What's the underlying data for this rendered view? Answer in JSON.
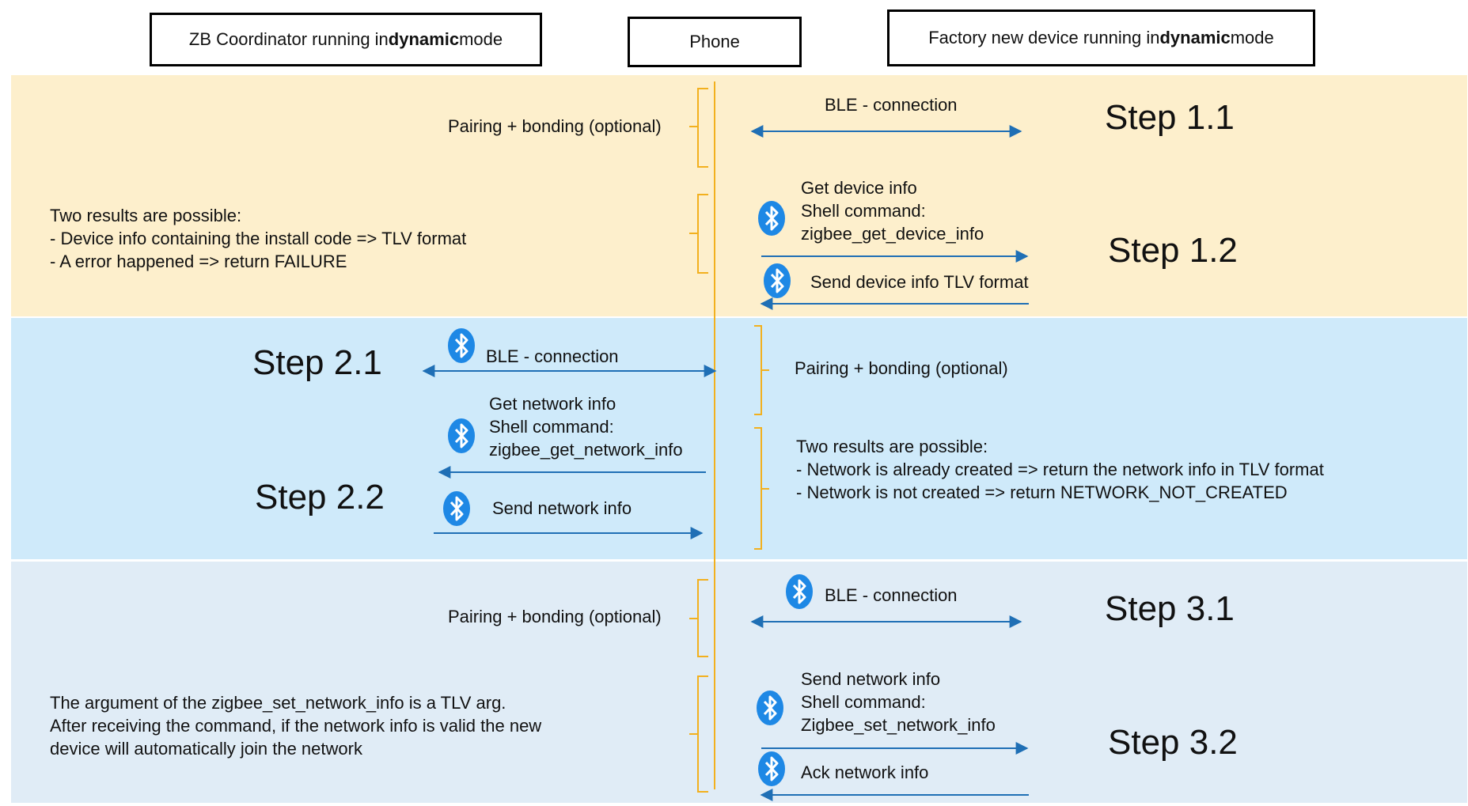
{
  "headers": {
    "coordinator_prefix": "ZB Coordinator running in ",
    "coordinator_bold": "dynamic",
    "coordinator_suffix": " mode",
    "phone": "Phone",
    "device_prefix": "Factory new device running in ",
    "device_bold": "dynamic",
    "device_suffix": " mode"
  },
  "colors": {
    "band_1": "#fdefcc",
    "band_2": "#cfeafa",
    "band_3": "#e0ecf6",
    "lifeline": "#f2b01e",
    "bracket": "#f2b01e",
    "arrow": "#1f6fb5",
    "bluetooth": "#1e88e5"
  },
  "steps": {
    "s1_1": "Step 1.1",
    "s1_2": "Step 1.2",
    "s2_1": "Step 2.1",
    "s2_2": "Step 2.2",
    "s3_1": "Step 3.1",
    "s3_2": "Step 3.2"
  },
  "section1": {
    "pairing": "Pairing + bonding (optional)",
    "ble_connection": "BLE - connection",
    "get_device_info": "Get device info",
    "shell_command": "Shell command:",
    "command": "zigbee_get_device_info",
    "send_device_info": "Send device info TLV format",
    "results_title": "Two results are possible:",
    "result_1": "- Device info containing the install code => TLV format",
    "result_2": "-   A error happened => return FAILURE"
  },
  "section2": {
    "ble_connection": "BLE - connection",
    "pairing": "Pairing + bonding (optional)",
    "get_network_info": "Get network info",
    "shell_command": "Shell command:",
    "command": "zigbee_get_network_info",
    "send_network_info": "Send network info",
    "results_title": "Two results are possible:",
    "result_1": "-   Network is already created => return the network info in TLV format",
    "result_2": "-   Network is not created => return NETWORK_NOT_CREATED"
  },
  "section3": {
    "pairing": "Pairing + bonding (optional)",
    "ble_connection": "BLE - connection",
    "send_network_info": "Send network info",
    "shell_command": "Shell command:",
    "command": "Zigbee_set_network_info",
    "ack": "Ack network info",
    "note_1": "The argument of the zigbee_set_network_info is a TLV arg.",
    "note_2": "After receiving the command, if the network info is valid the new",
    "note_3": "device will automatically join the network"
  },
  "icons": [
    "bluetooth-icon"
  ]
}
